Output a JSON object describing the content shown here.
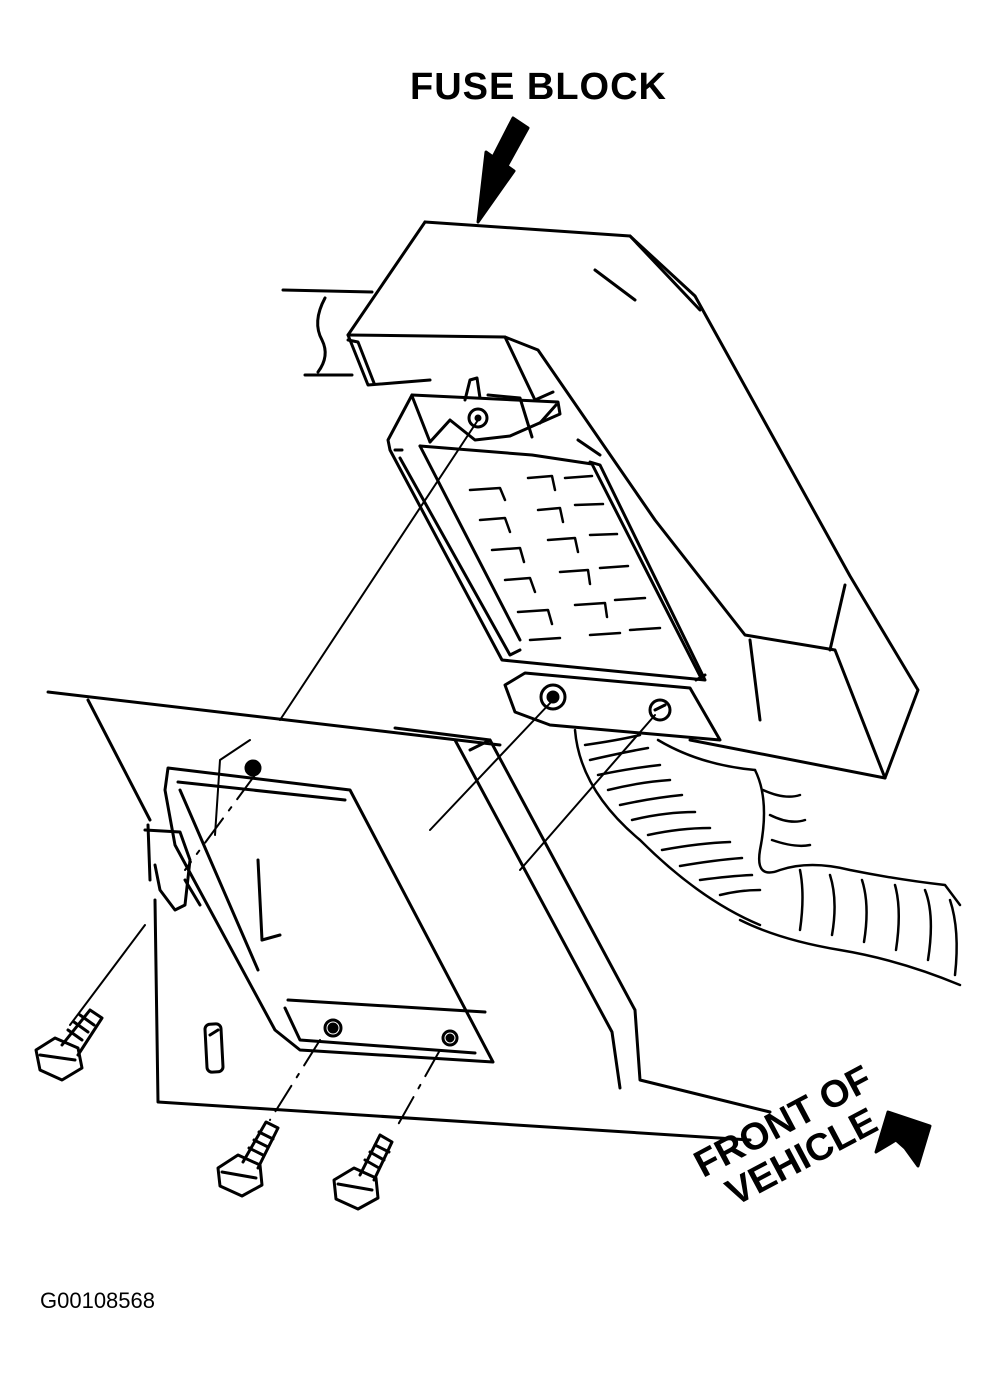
{
  "labels": {
    "fuse_block": "FUSE BLOCK",
    "front_line1": "FRONT OF",
    "front_line2": "VEHICLE",
    "figure_code": "G00108568"
  },
  "colors": {
    "ink": "#000000",
    "paper": "#ffffff"
  },
  "icons": [
    "arrow-down-left-icon",
    "arrow-up-right-icon",
    "bolt-icon"
  ]
}
